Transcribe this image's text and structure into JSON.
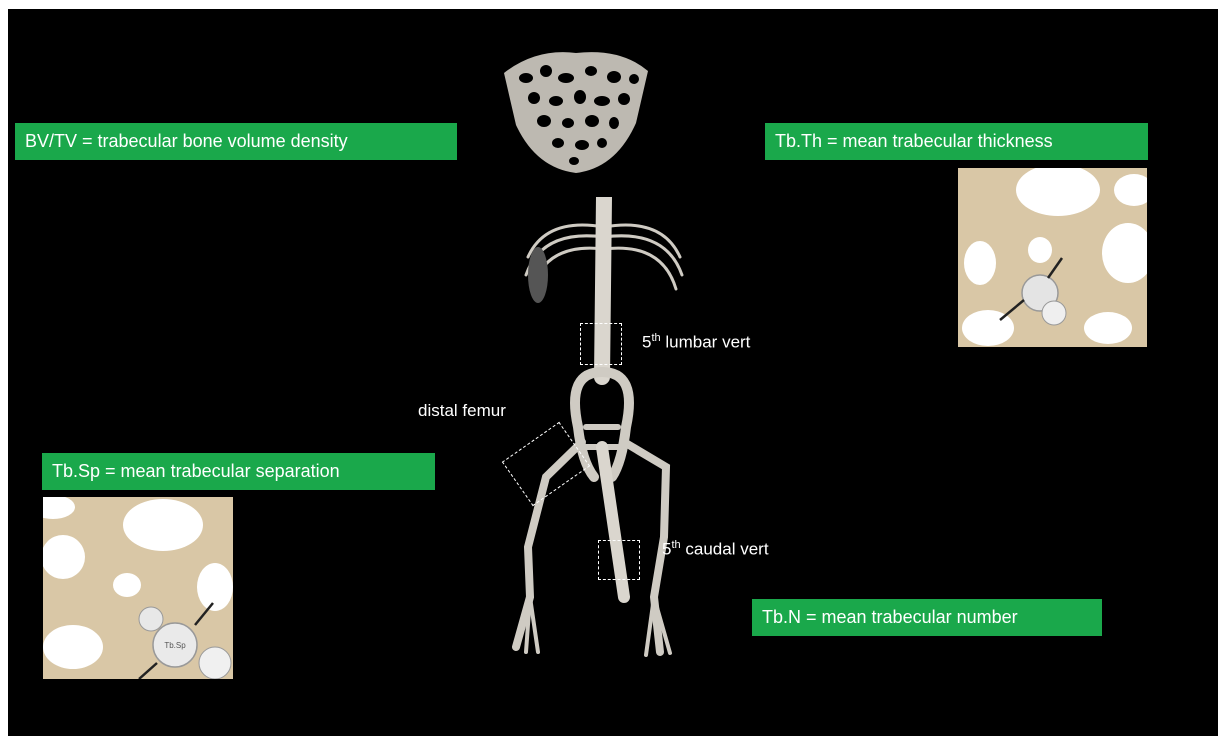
{
  "labels": {
    "bvtv": "BV/TV = trabecular bone volume density",
    "tbth": "Tb.Th = mean trabecular thickness",
    "tbsp": "Tb.Sp = mean trabecular separation",
    "tbn": "Tb.N = mean trabecular number"
  },
  "annotations": {
    "lumbar_num": "5",
    "lumbar_sup": "th",
    "lumbar_rest": " lumbar vert",
    "caudal_num": "5",
    "caudal_sup": "th",
    "caudal_rest": " caudal vert",
    "femur": "distal femur"
  },
  "colors": {
    "label_bg": "#1aa84b",
    "background": "#000000",
    "bone": "#d8d4cc",
    "trabecular_tan": "#d9c7a6"
  },
  "inset_sphere_text": "Tb.Sp"
}
